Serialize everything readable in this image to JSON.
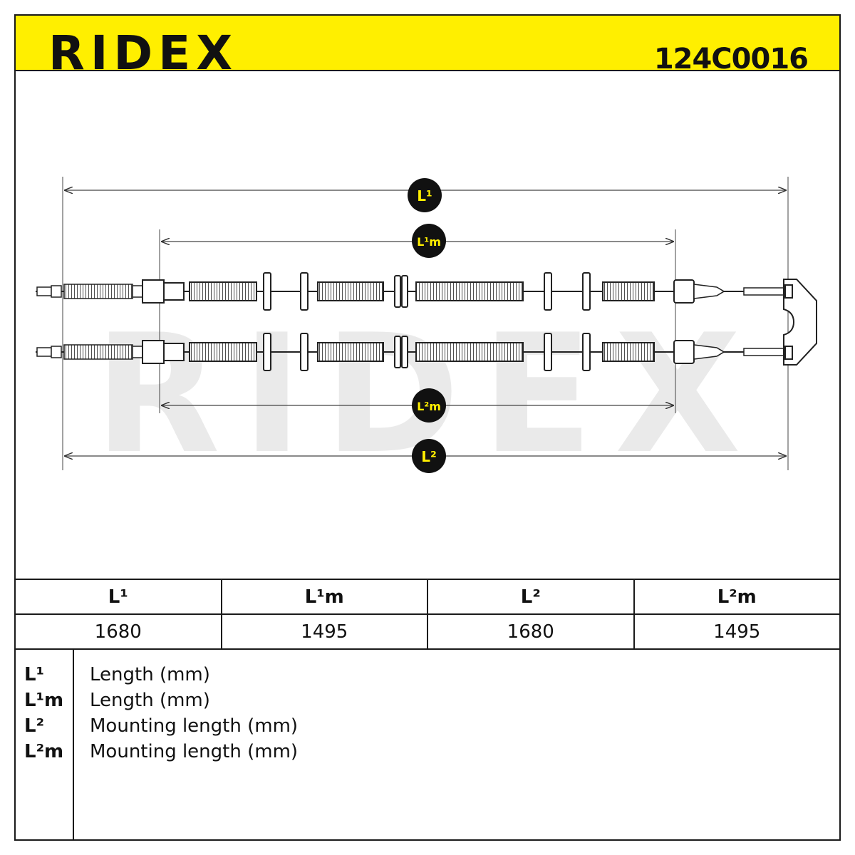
{
  "header": {
    "brand": "RIDEX",
    "part_number": "124C0016",
    "brand_color": "#ffef00"
  },
  "drawing": {
    "watermark": "RIDEX",
    "badges": {
      "l1": "L¹",
      "l1m": "L¹m",
      "l2": "L²",
      "l2m": "L²m"
    }
  },
  "table": {
    "headers": [
      "L¹",
      "L¹m",
      "L²",
      "L²m"
    ],
    "values": [
      "1680",
      "1495",
      "1680",
      "1495"
    ]
  },
  "legend": [
    {
      "key": "L¹",
      "desc": "Length (mm)"
    },
    {
      "key": "L¹m",
      "desc": "Length (mm)"
    },
    {
      "key": "L²",
      "desc": "Mounting length (mm)"
    },
    {
      "key": "L²m",
      "desc": "Mounting length (mm)"
    }
  ]
}
